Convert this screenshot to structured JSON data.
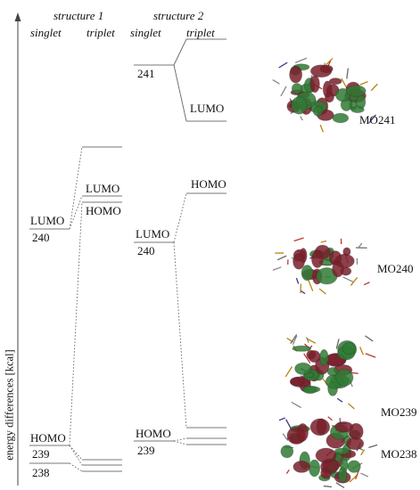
{
  "axis": {
    "ylabel": "energy differences [kcal]"
  },
  "headers": {
    "structure1": "structure 1",
    "structure2": "structure 2",
    "s1_singlet": "singlet",
    "s1_triplet": "triplet",
    "s2_singlet": "singlet",
    "s2_triplet": "triplet"
  },
  "labels": {
    "s1_lumo": "LUMO",
    "s1_240": "240",
    "s1_homo": "HOMO",
    "s1_239": "239",
    "s1_238": "238",
    "s1t_lumo": "LUMO",
    "s1t_homo": "HOMO",
    "s2_241": "241",
    "s2t_lumo": "LUMO",
    "s2t_homo": "HOMO",
    "s2_lumo": "LUMO",
    "s2_240": "240",
    "s2_homo": "HOMO",
    "s2_239": "239"
  },
  "orbitals": {
    "mo241": "MO241",
    "mo240": "MO240",
    "mo239": "MO239",
    "mo238": "MO238"
  },
  "colors": {
    "lobe_red": "#7a1e2a",
    "lobe_green": "#2f7a34",
    "frame": "#888888"
  }
}
